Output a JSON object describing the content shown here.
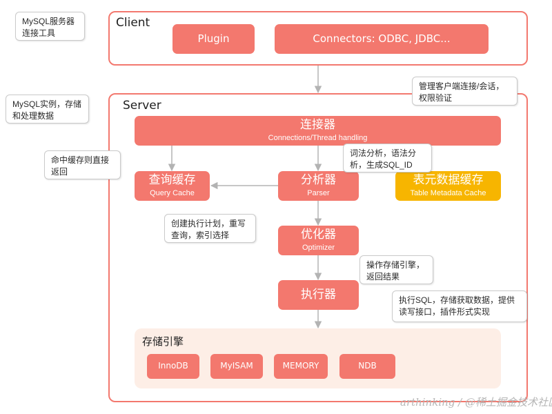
{
  "colors": {
    "node": "#f3786e",
    "highlight": "#f7b500",
    "frame_border": "#f3786e",
    "storage_panel": "#fdeee6",
    "arrow": "#b3b3b3"
  },
  "client": {
    "title": "Client",
    "callout": "MySQL服务器连接工具",
    "plugin": "Plugin",
    "connectors": "Connectors: ODBC, JDBC..."
  },
  "server": {
    "title": "Server",
    "callout": "MySQL实例，存储和处理数据",
    "connector_callout": "管理客户端连接/会话，权限验证",
    "connector": {
      "label": "连接器",
      "sub": "Connections/Thread handling"
    },
    "query_cache": {
      "label": "查询缓存",
      "sub": "Query Cache"
    },
    "query_cache_callout": "命中缓存则直接返回",
    "parser": {
      "label": "分析器",
      "sub": "Parser"
    },
    "parser_callout": "词法分析，语法分析，生成SQL_ID",
    "metadata_cache": {
      "label": "表元数据缓存",
      "sub": "Table Metadata Cache"
    },
    "optimizer": {
      "label": "优化器",
      "sub": "Optimizer"
    },
    "optimizer_callout": "创建执行计划，重写查询，索引选择",
    "executor": {
      "label": "执行器"
    },
    "executor_callout": "操作存储引擎，返回结果",
    "storage_callout": "执行SQL，存储获取数据，提供读写接口，插件形式实现"
  },
  "storage": {
    "title": "存储引擎",
    "engines": [
      "InnoDB",
      "MyISAM",
      "MEMORY",
      "NDB"
    ]
  },
  "watermark": "arthinking / @稀土掘金技术社区"
}
